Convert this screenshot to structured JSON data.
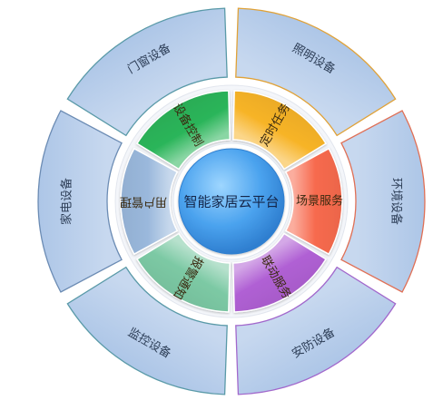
{
  "center": {
    "label": "智能家居云平台",
    "color": "#5aaef0"
  },
  "inner_ring": [
    {
      "label": "设备控制",
      "color": "#2bb55a"
    },
    {
      "label": "定时任务",
      "color": "#f7b428"
    },
    {
      "label": "场景服务",
      "color": "#f76a4e"
    },
    {
      "label": "联动服务",
      "color": "#b060d4"
    },
    {
      "label": "报警通知",
      "color": "#7cc9a4"
    },
    {
      "label": "用户管理",
      "color": "#9ab8dc"
    }
  ],
  "outer_ring": [
    {
      "label": "门窗设备",
      "border": "#5a9aa8"
    },
    {
      "label": "照明设备",
      "border": "#e0a238"
    },
    {
      "label": "环境设备",
      "border": "#e07056"
    },
    {
      "label": "安防设备",
      "border": "#a268cc"
    },
    {
      "label": "监控设备",
      "border": "#5a9aa8"
    },
    {
      "label": "家电设备",
      "border": "#6c8cb4"
    }
  ],
  "outer_fill": "#a9c3e6"
}
